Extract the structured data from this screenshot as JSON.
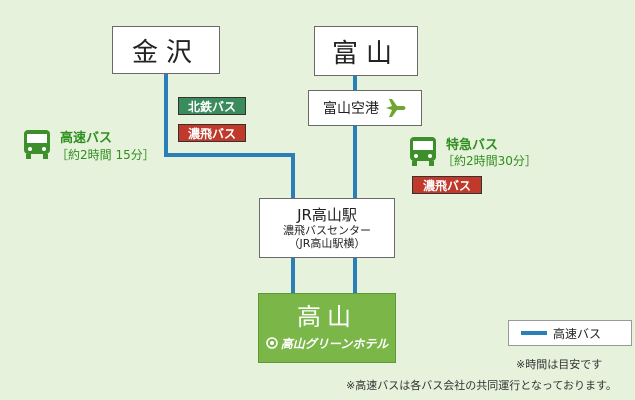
{
  "colors": {
    "background": "#e6f2dc",
    "route_line": "#2a7fb8",
    "hokutetsu_badge": "#3a8c5c",
    "nohi_badge": "#c0392b",
    "takayama_box": "#7ab648",
    "accent_green": "#2f8f1e"
  },
  "nodes": {
    "kanazawa": "金沢",
    "toyama": "富山",
    "toyama_airport": "富山空港",
    "jr_takayama": "JR高山駅",
    "nohi_center": "濃飛バスセンター",
    "nohi_center_sub": "（JR高山駅横）",
    "takayama": "高山",
    "hotel_logo": "高山グリーンホテル"
  },
  "routes": {
    "kanazawa": {
      "type": "高速バス",
      "time": "［約2時間 15分］",
      "operators": [
        "北鉄バス",
        "濃飛バス"
      ]
    },
    "toyama": {
      "type": "特急バス",
      "time": "［約2時間30分］",
      "operators": [
        "濃飛バス"
      ]
    }
  },
  "icons": {
    "bus": "bus-icon",
    "airplane": "airplane-icon",
    "hotel_logo_mark": "hotel-logo-mark"
  },
  "legend": {
    "label": "高速バス"
  },
  "notes": {
    "time_note": "※時間は目安です",
    "joint_note": "※高速バスは各バス会社の共同運行となっております。"
  }
}
